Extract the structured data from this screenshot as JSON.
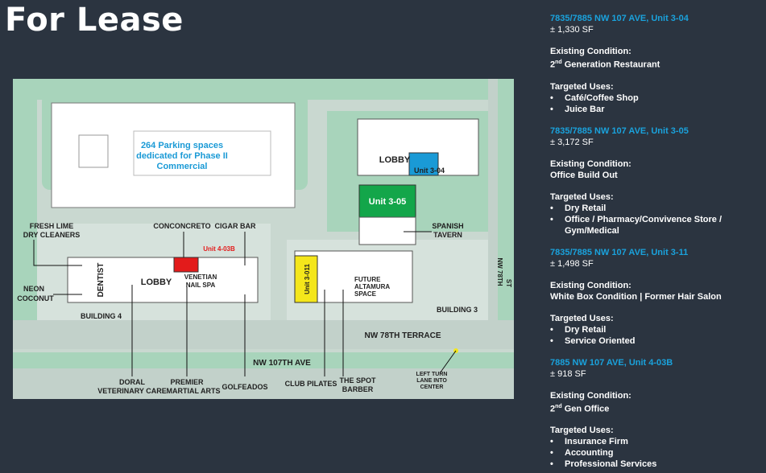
{
  "title": "For Lease",
  "map": {
    "parking_label_1": "264 Parking spaces",
    "parking_label_2": "dedicated for Phase II",
    "parking_label_3": "Commercial",
    "lobby_top": "LOBBY",
    "unit_304": "Unit 3-04",
    "unit_305": "Unit 3-05",
    "spanish_tavern_1": "SPANISH",
    "spanish_tavern_2": "TAVERN",
    "fresh_lime_1": "FRESH LIME",
    "fresh_lime_2": "DRY CLEANERS",
    "conconcreto": "CONCONCRETO",
    "cigar_bar": "CIGAR BAR",
    "unit_403b": "Unit 4-03B",
    "neon_1": "NEON",
    "neon_2": "COCONUT",
    "dentist": "DENTIST",
    "lobby_bottom": "LOBBY",
    "venetian_1": "VENETIAN",
    "venetian_2": "NAIL SPA",
    "unit_3011": "Unit 3-011",
    "future_1": "FUTURE",
    "future_2": "ALTAMURA",
    "future_3": "SPACE",
    "building_4": "BUILDING 4",
    "building_3": "BUILDING 3",
    "nw78_terrace": "NW 78TH TERRACE",
    "nw107": "NW 107TH AVE",
    "nw78st_1": "NW 78TH",
    "nw78st_2": "ST",
    "doral_1": "DORAL",
    "doral_2": "VETERINARY CARE",
    "premier_1": "PREMIER",
    "premier_2": "MARTIAL ARTS",
    "golfeados": "GOLFEADOS",
    "club_pilates": "CLUB PILATES",
    "spot_1": "THE SPOT",
    "spot_2": "BARBER",
    "left_turn_1": "LEFT TURN",
    "left_turn_2": "LANE INTO",
    "left_turn_3": "CENTER",
    "colors": {
      "unit_304": "#1a9ad6",
      "unit_305": "#13a64a",
      "unit_403b": "#e31b1b",
      "unit_3011": "#f4e61b",
      "grass": "#a8d4bb",
      "road": "#c9d8d0"
    }
  },
  "listings": [
    {
      "address": "7835/7885 NW 107 AVE, Unit 3-04",
      "sf": "± 1,330 SF",
      "cond_label": "Existing Condition:",
      "cond_prefix": "2",
      "cond_sup": "nd",
      "cond_rest": " Generation Restaurant",
      "uses_label": "Targeted Uses:",
      "uses": [
        "Café/Coffee Shop",
        "Juice Bar"
      ]
    },
    {
      "address": "7835/7885 NW 107 AVE, Unit 3-05",
      "sf": "± 3,172 SF",
      "cond_label": "Existing Condition:",
      "cond": "Office Build Out",
      "uses_label": "Targeted Uses:",
      "uses": [
        "Dry Retail",
        "Office / Pharmacy/Convivence Store / Gym/Medical"
      ]
    },
    {
      "address": "7835/7885 NW 107 AVE, Unit 3-11",
      "sf": "± 1,498 SF",
      "cond_label": "Existing Condition:",
      "cond": "White Box Condition | Former Hair Salon",
      "uses_label": "Targeted Uses:",
      "uses": [
        "Dry Retail",
        "Service Oriented"
      ]
    },
    {
      "address": "7885 NW 107 AVE, Unit 4-03B",
      "sf": "± 918 SF",
      "cond_label": "Existing Condition:",
      "cond_prefix": "2",
      "cond_sup": "nd",
      "cond_rest": " Gen Office",
      "uses_label": "Targeted Uses:",
      "uses": [
        "Insurance Firm",
        "Accounting",
        "Professional Services"
      ]
    }
  ]
}
